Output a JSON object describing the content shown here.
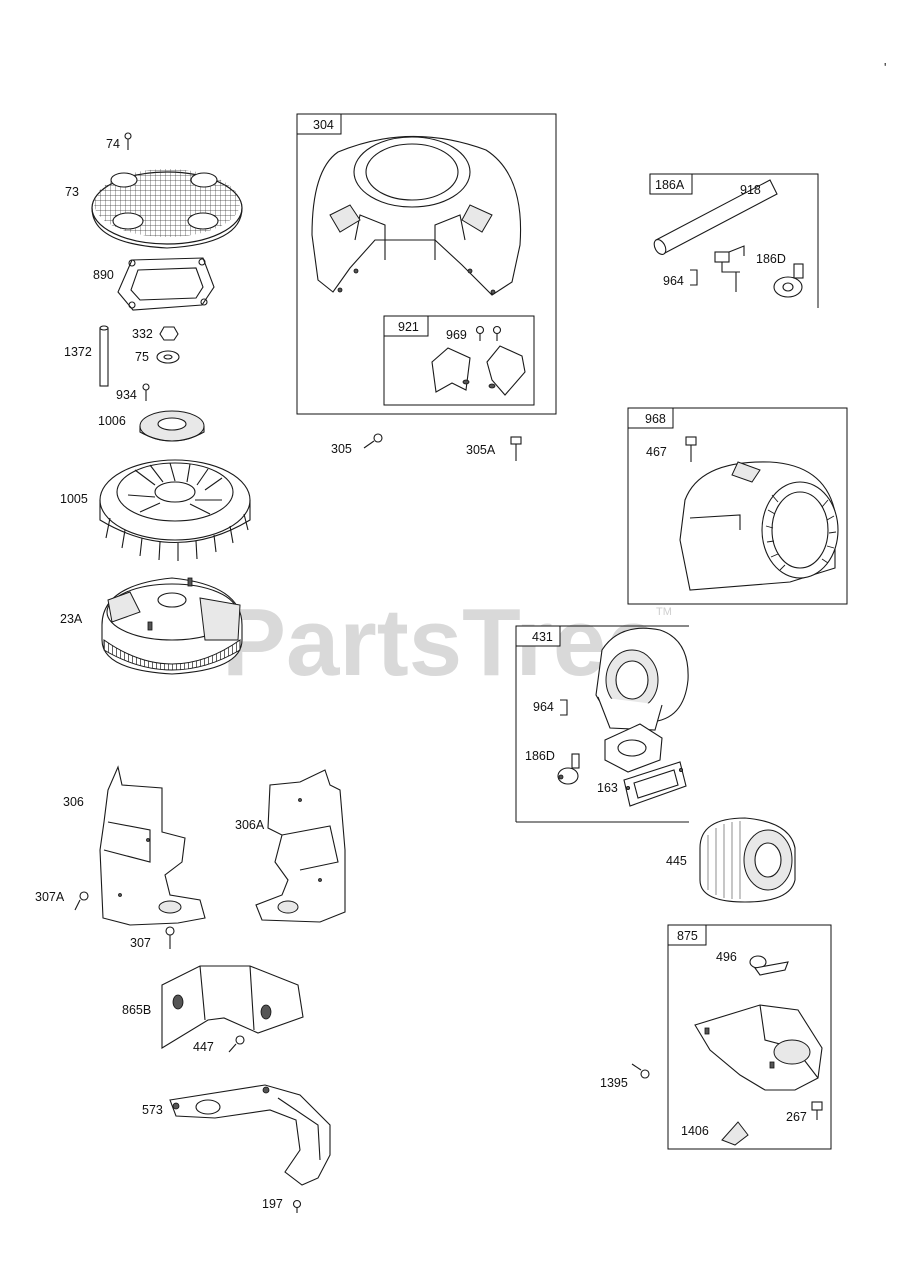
{
  "watermark": {
    "text": "PartsTree",
    "tm": "TM"
  },
  "corner_mark": "'",
  "labels": {
    "p74": "74",
    "p73": "73",
    "p890": "890",
    "p1372": "1372",
    "p332": "332",
    "p75": "75",
    "p934": "934",
    "p1006": "1006",
    "p1005": "1005",
    "p23A": "23A",
    "p306": "306",
    "p306A": "306A",
    "p307A": "307A",
    "p307": "307",
    "p865B": "865B",
    "p447": "447",
    "p573": "573",
    "p197": "197",
    "p304": "304",
    "p921": "921",
    "p969": "969",
    "p305": "305",
    "p305A": "305A",
    "p186A": "186A",
    "p918": "918",
    "p964a": "964",
    "p186Da": "186D",
    "p968": "968",
    "p467": "467",
    "p431": "431",
    "p964b": "964",
    "p186Db": "186D",
    "p163": "163",
    "p445": "445",
    "p875": "875",
    "p496": "496",
    "p1395": "1395",
    "p267": "267",
    "p1406": "1406"
  }
}
